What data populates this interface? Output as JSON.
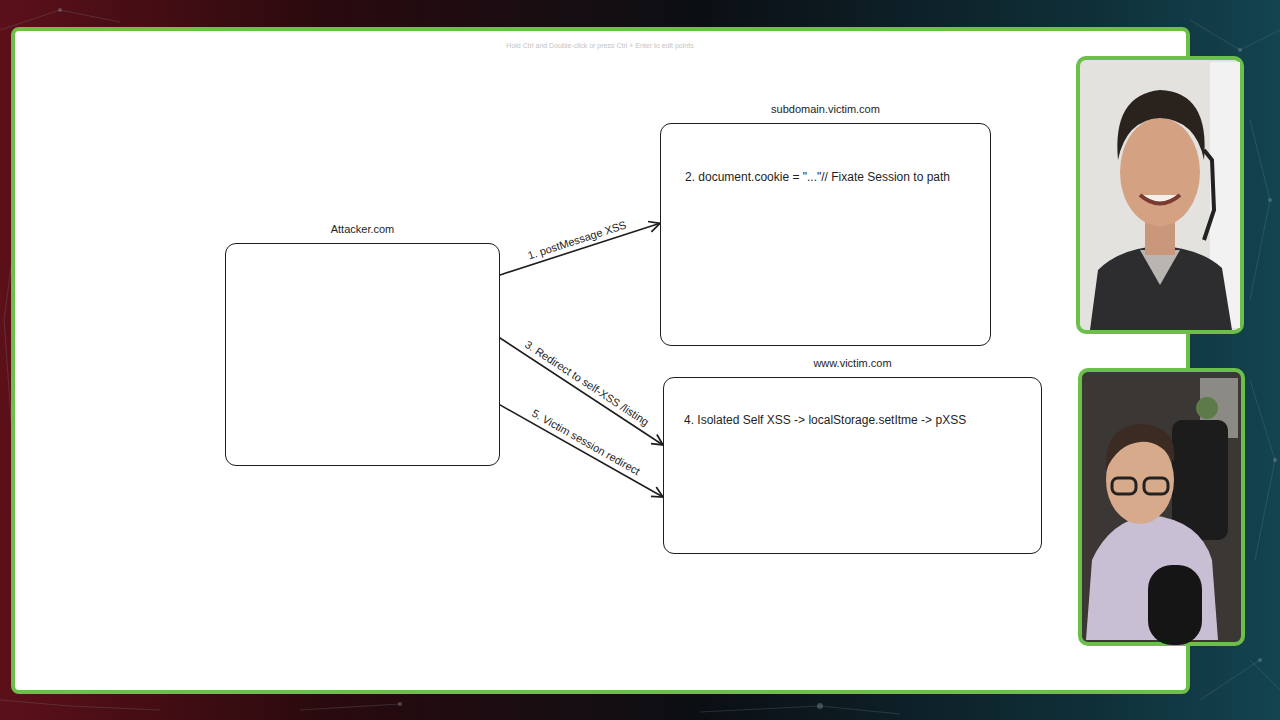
{
  "diagram": {
    "nodes": [
      {
        "text": [
          "Attacker.com"
        ]
      },
      {
        "text": [
          "subdomain.victim.com",
          "2. document.cookie = \"...\"// Fixate Session to path"
        ]
      },
      {
        "text": [
          "www.victim.com",
          "4. Isolated Self XSS -> localStorage.setItme -> pXSS"
        ]
      }
    ],
    "edges": [
      {
        "from": 0,
        "to": 1,
        "arrow": "to",
        "label": "1. postMessage XSS"
      },
      {
        "from": 0,
        "to": 2,
        "arrow": "to",
        "label": "3. Redirect to self-XSS /listing"
      },
      {
        "from": 0,
        "to": 2,
        "arrow": "to",
        "label": "5. Victim session redirect"
      }
    ],
    "labels": [
      "Hold Ctrl and Double-click or press Ctrl + Enter to edit points"
    ]
  }
}
